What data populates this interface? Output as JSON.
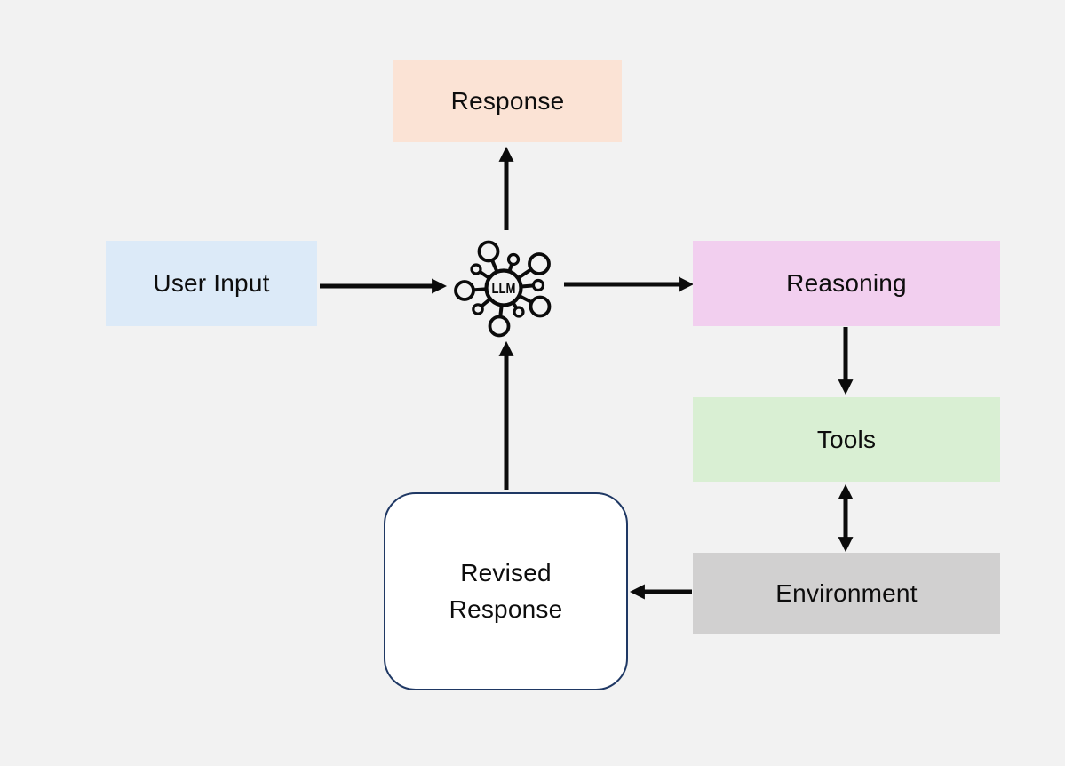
{
  "diagram": {
    "background_color": "#F2F2F2",
    "text_color": "#0d0d0d",
    "arrow_color": "#0b0b0b",
    "nodes": {
      "response": {
        "label": "Response",
        "fill": "#FBE3D5",
        "shape": "rectangle"
      },
      "user_input": {
        "label": "User Input",
        "fill": "#DCEAF8",
        "shape": "rectangle"
      },
      "llm": {
        "label": "LLM",
        "shape": "hub-network-icon"
      },
      "reasoning": {
        "label": "Reasoning",
        "fill": "#F2CFEF",
        "shape": "rectangle"
      },
      "tools": {
        "label": "Tools",
        "fill": "#D9EFD3",
        "shape": "rectangle"
      },
      "environment": {
        "label": "Environment",
        "fill": "#D1D0D0",
        "shape": "rectangle"
      },
      "revised_response": {
        "label": "Revised Response",
        "fill": "#FFFFFF",
        "border_color": "#1F3864",
        "shape": "rounded-rectangle"
      }
    },
    "edges": [
      {
        "from": "user_input",
        "to": "llm",
        "arrow": "single"
      },
      {
        "from": "llm",
        "to": "response",
        "arrow": "single"
      },
      {
        "from": "llm",
        "to": "reasoning",
        "arrow": "single"
      },
      {
        "from": "reasoning",
        "to": "tools",
        "arrow": "single"
      },
      {
        "from": "tools",
        "to": "environment",
        "arrow": "double"
      },
      {
        "from": "environment",
        "to": "revised_response",
        "arrow": "single"
      },
      {
        "from": "revised_response",
        "to": "llm",
        "arrow": "single"
      }
    ]
  }
}
